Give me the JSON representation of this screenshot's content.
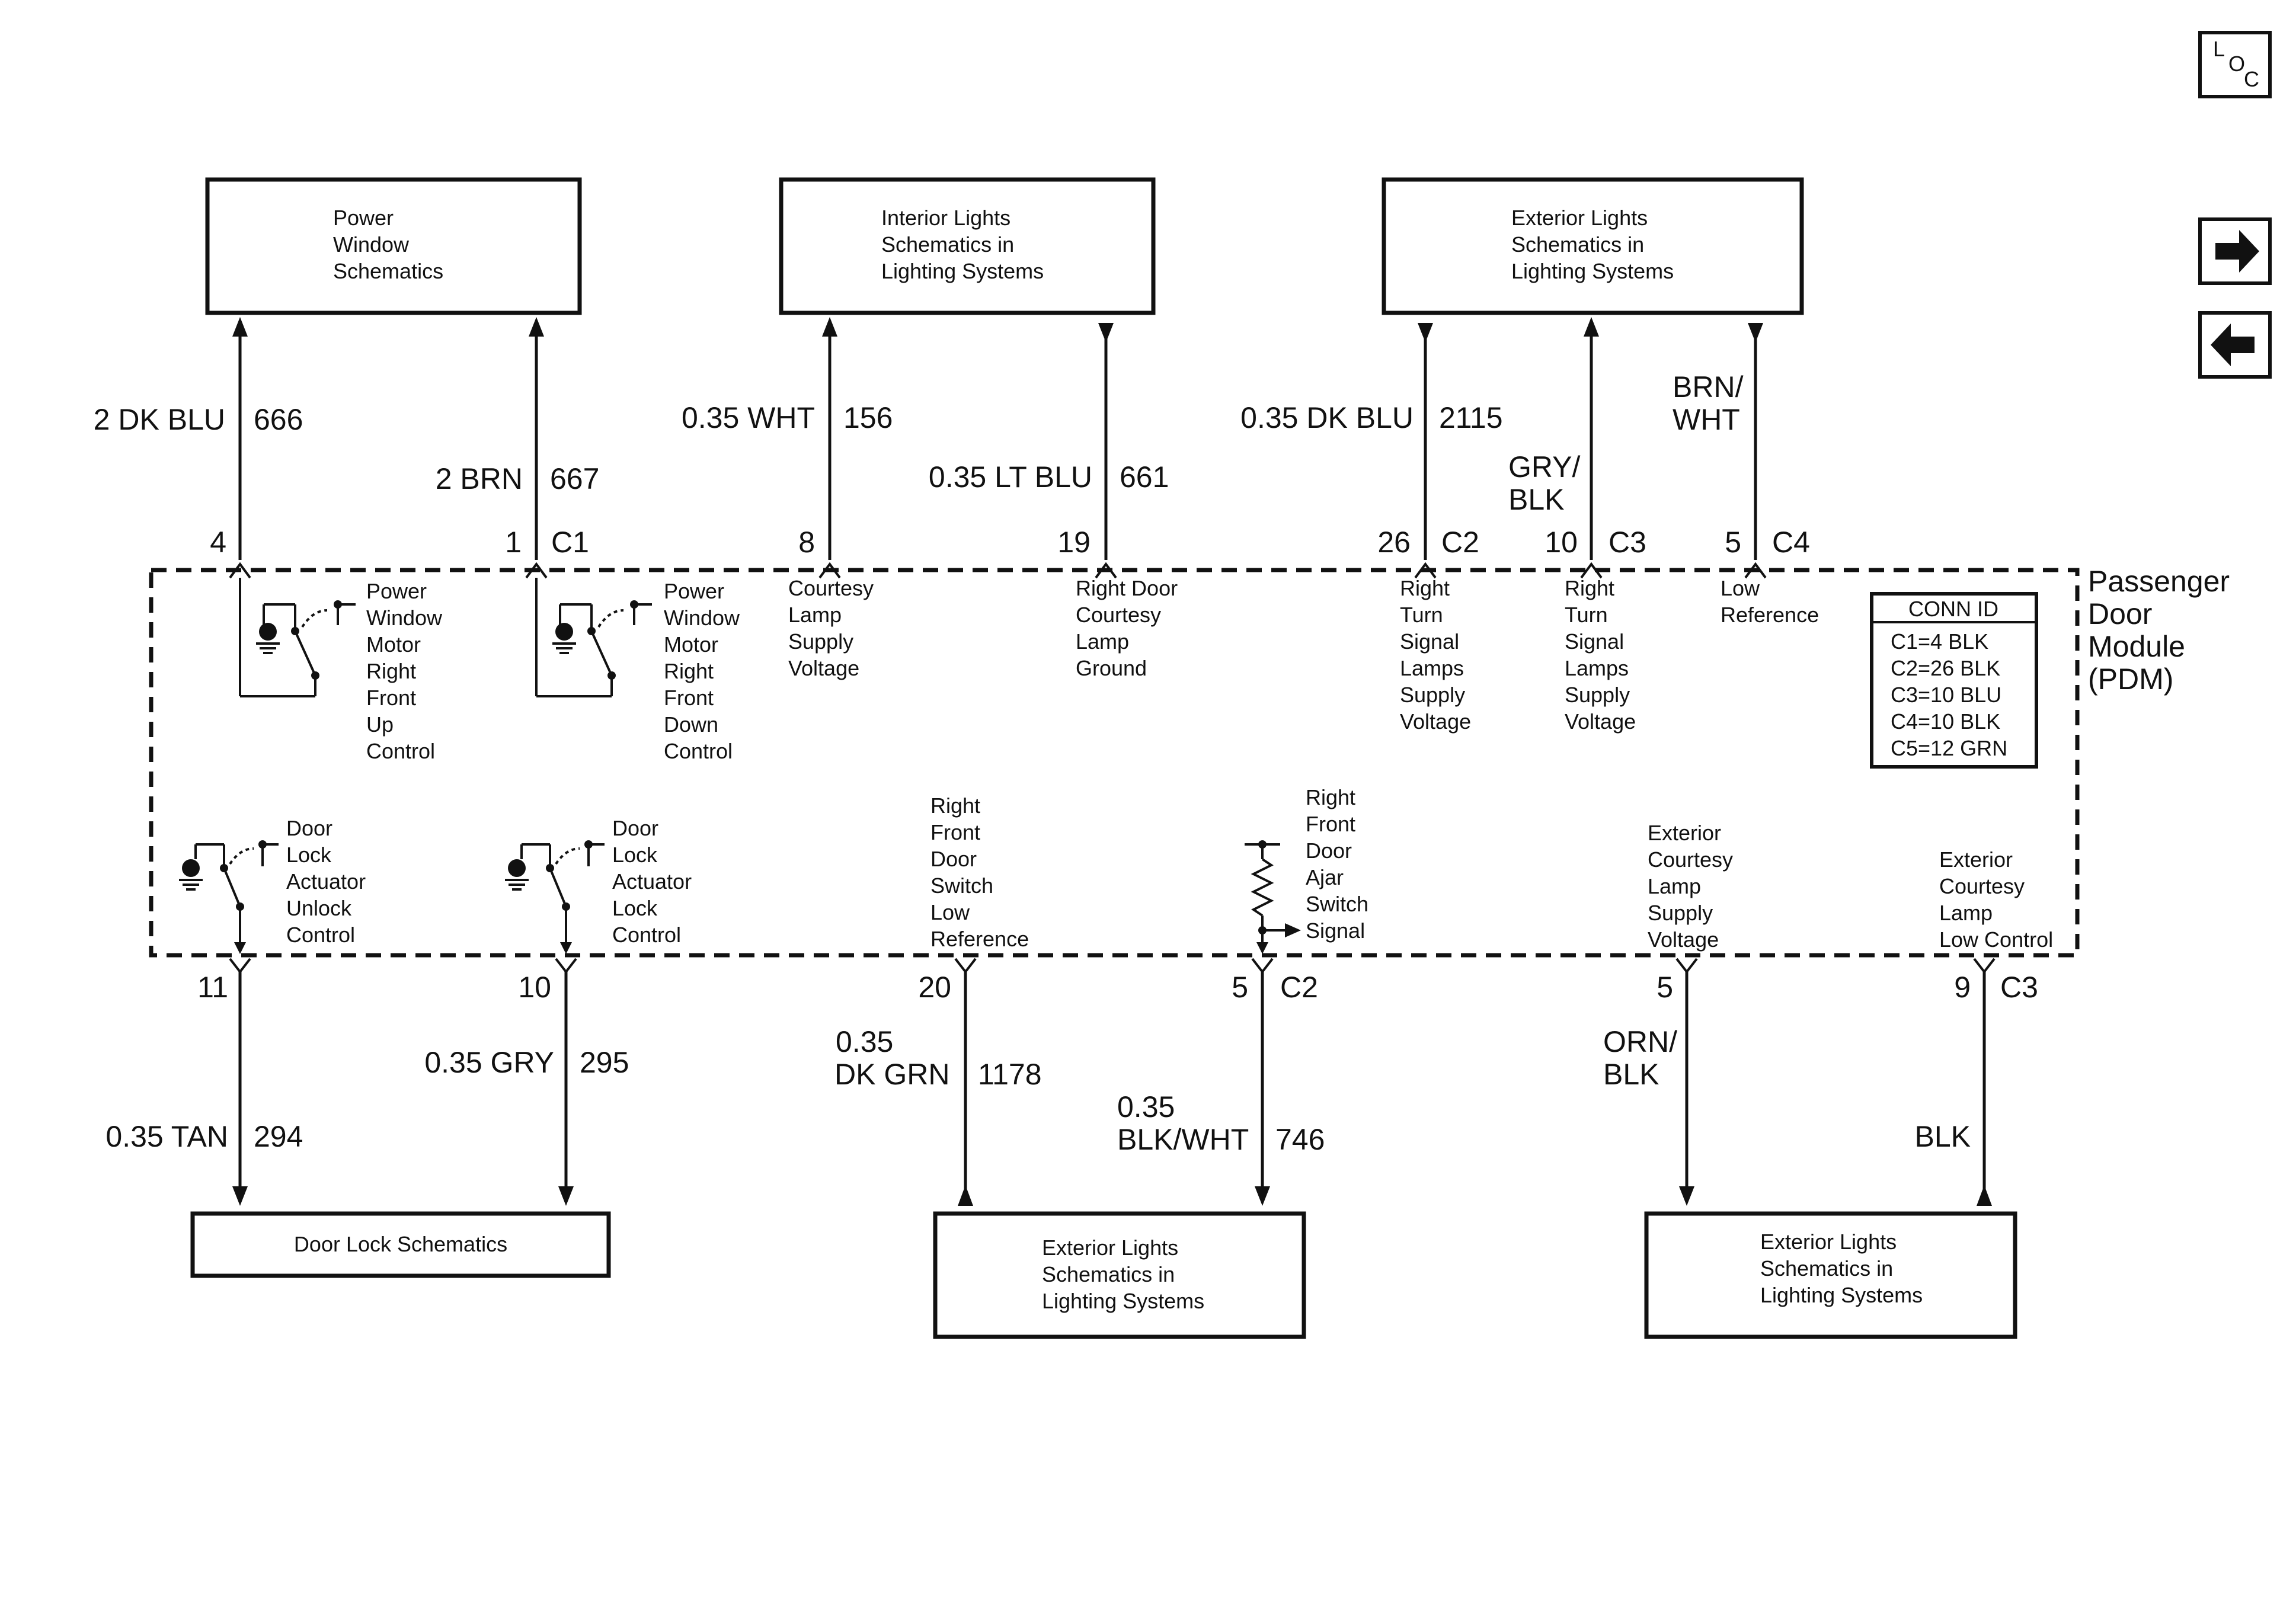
{
  "nav": {
    "loc_l": "L",
    "loc_o": "O",
    "loc_c": "C",
    "next_icon": "arrow-right-icon",
    "prev_icon": "arrow-left-icon"
  },
  "top_boxes": {
    "power_window": [
      "Power",
      "Window",
      "Schematics"
    ],
    "interior_lights": [
      "Interior Lights",
      "Schematics in",
      "Lighting Systems"
    ],
    "exterior_lights": [
      "Exterior Lights",
      "Schematics in",
      "Lighting Systems"
    ]
  },
  "bottom_boxes": {
    "door_lock": "Door Lock Schematics",
    "exterior_lights_mid": [
      "Exterior Lights",
      "Schematics in",
      "Lighting Systems"
    ],
    "exterior_lights_right": [
      "Exterior Lights",
      "Schematics in",
      "Lighting Systems"
    ]
  },
  "top_wires": {
    "w666": {
      "color": "2 DK BLU",
      "circuit": "666",
      "pin": "4"
    },
    "w667": {
      "color": "2 BRN",
      "circuit": "667",
      "pin": "1",
      "connector": "C1"
    },
    "w156": {
      "color": "0.35 WHT",
      "circuit": "156",
      "pin": "8"
    },
    "w661": {
      "color": "0.35 LT BLU",
      "circuit": "661",
      "pin": "19"
    },
    "w2115": {
      "color": "0.35 DK BLU",
      "circuit": "2115",
      "pin": "26",
      "connector": "C2"
    },
    "wgry": {
      "color_l1": "GRY/",
      "color_l2": "BLK",
      "pin": "10",
      "connector": "C3"
    },
    "wbrn": {
      "color_l1": "BRN/",
      "color_l2": "WHT",
      "pin": "5",
      "connector": "C4"
    }
  },
  "bottom_wires": {
    "w294": {
      "color": "0.35 TAN",
      "circuit": "294",
      "pin": "11"
    },
    "w295": {
      "color": "0.35 GRY",
      "circuit": "295",
      "pin": "10"
    },
    "w1178": {
      "color_l1": "0.35",
      "color_l2": "DK GRN",
      "circuit": "1178",
      "pin": "20"
    },
    "w746": {
      "color_l1": "0.35",
      "color_l2": "BLK/WHT",
      "circuit": "746",
      "pin": "5",
      "connector": "C2"
    },
    "worn": {
      "color_l1": "ORN/",
      "color_l2": "BLK",
      "pin": "5"
    },
    "wblk": {
      "color": "BLK",
      "pin": "9",
      "connector": "C3"
    }
  },
  "module": {
    "name": [
      "Passenger",
      "Door",
      "Module",
      "(PDM)"
    ],
    "conn_id_title": "CONN ID",
    "conn_id": [
      "C1=4 BLK",
      "C2=26 BLK",
      "C3=10 BLU",
      "C4=10 BLK",
      "C5=12 GRN"
    ]
  },
  "functions": {
    "pw_up": [
      "Power",
      "Window",
      "Motor",
      "Right",
      "Front",
      "Up",
      "Control"
    ],
    "pw_down": [
      "Power",
      "Window",
      "Motor",
      "Right",
      "Front",
      "Down",
      "Control"
    ],
    "courtesy_supply": [
      "Courtesy",
      "Lamp",
      "Supply",
      "Voltage"
    ],
    "courtesy_ground": [
      "Right Door",
      "Courtesy",
      "Lamp",
      "Ground"
    ],
    "turn_c2": [
      "Right",
      "Turn",
      "Signal",
      "Lamps",
      "Supply",
      "Voltage"
    ],
    "turn_c3": [
      "Right",
      "Turn",
      "Signal",
      "Lamps",
      "Supply",
      "Voltage"
    ],
    "low_ref_top": [
      "Low",
      "Reference"
    ],
    "lock_unlock": [
      "Door",
      "Lock",
      "Actuator",
      "Unlock",
      "Control"
    ],
    "lock_lock": [
      "Door",
      "Lock",
      "Actuator",
      "Lock",
      "Control"
    ],
    "door_switch": [
      "Right",
      "Front",
      "Door",
      "Switch",
      "Low",
      "Reference"
    ],
    "ajar_switch": [
      "Right",
      "Front",
      "Door",
      "Ajar",
      "Switch",
      "Signal"
    ],
    "ext_courtesy_supply": [
      "Exterior",
      "Courtesy",
      "Lamp",
      "Supply",
      "Voltage"
    ],
    "ext_courtesy_low": [
      "Exterior",
      "Courtesy",
      "Lamp",
      "Low Control"
    ]
  }
}
